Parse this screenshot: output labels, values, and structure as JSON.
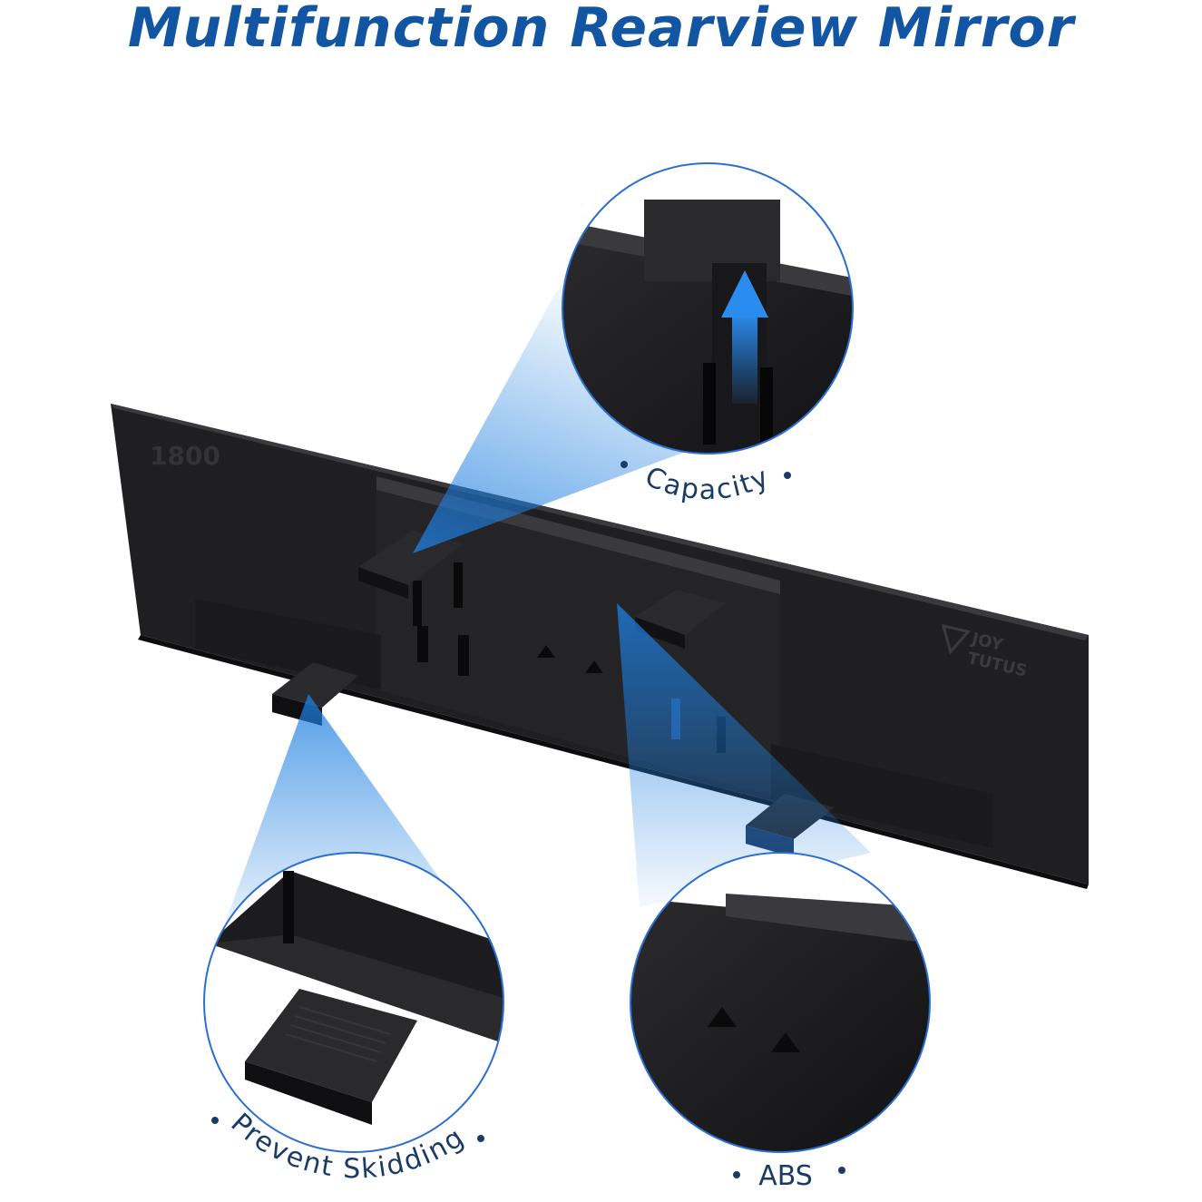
{
  "title": "Multifunction Rearview Mirror",
  "product": {
    "model_mark": "1800",
    "brand_mark_line1": "JOY",
    "brand_mark_line2": "TUTUS"
  },
  "callouts": [
    {
      "label": "Capacity",
      "icon": "arrow-up-icon"
    },
    {
      "label": "Prevent Skidding"
    },
    {
      "label": "ABS"
    }
  ],
  "colors": {
    "title": "#1255a3",
    "beam": "#1e7fe0",
    "callout_ring": "#2a6fd1",
    "label": "#1a3b66",
    "product": "#1c1c1e"
  }
}
